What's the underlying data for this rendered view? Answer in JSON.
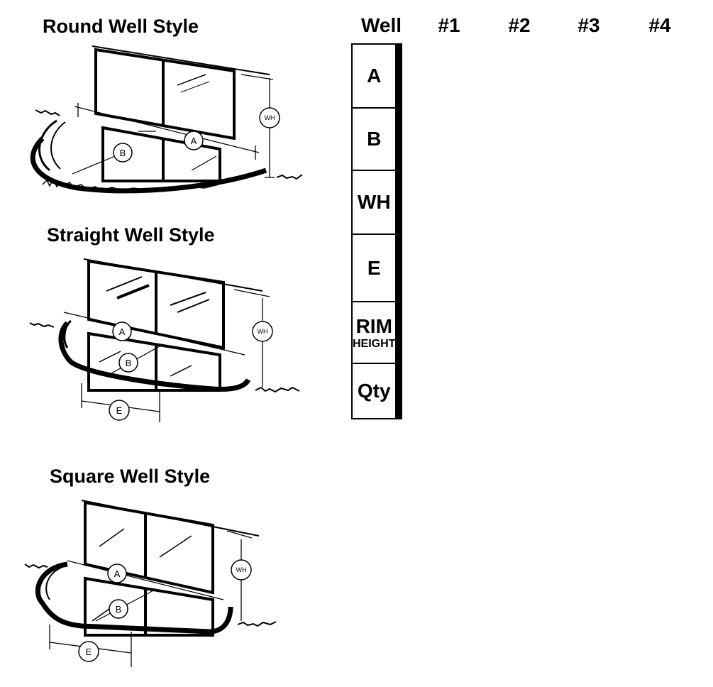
{
  "diagrams": [
    {
      "title": "Round Well Style",
      "callouts": {
        "a": "A",
        "b": "B",
        "wh": "WH"
      }
    },
    {
      "title": "Straight Well Style",
      "callouts": {
        "a": "A",
        "b": "B",
        "wh": "WH",
        "e": "E"
      }
    },
    {
      "title": "Square Well Style",
      "callouts": {
        "a": "A",
        "b": "B",
        "wh": "WH",
        "e": "E"
      }
    }
  ],
  "table": {
    "corner_header": "Well",
    "columns": [
      "#1",
      "#2",
      "#3",
      "#4"
    ],
    "rows": [
      {
        "label": "A",
        "sub": ""
      },
      {
        "label": "B",
        "sub": ""
      },
      {
        "label": "WH",
        "sub": ""
      },
      {
        "label": "E",
        "sub": ""
      },
      {
        "label": "RIM",
        "sub": "HEIGHT"
      },
      {
        "label": "Qty",
        "sub": ""
      }
    ]
  }
}
